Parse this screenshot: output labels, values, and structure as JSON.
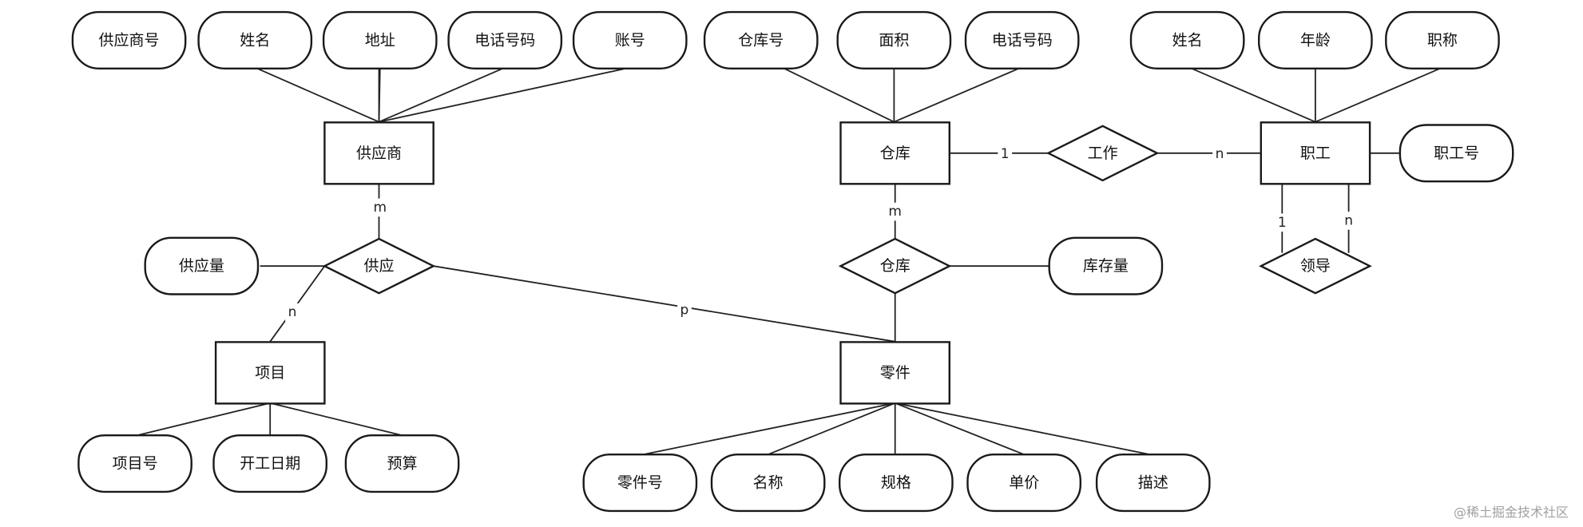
{
  "entities": [
    {
      "id": "gys",
      "label": "供应商"
    },
    {
      "id": "ck",
      "label": "仓库"
    },
    {
      "id": "zg",
      "label": "职工"
    },
    {
      "id": "xm",
      "label": "项目"
    },
    {
      "id": "lj",
      "label": "零件"
    }
  ],
  "relationships": [
    {
      "id": "gy",
      "label": "供应"
    },
    {
      "id": "gz",
      "label": "工作"
    },
    {
      "id": "ck_rel",
      "label": "仓库"
    },
    {
      "id": "ld",
      "label": "领导"
    }
  ],
  "attributes": [
    {
      "id": "gys_no",
      "label": "供应商号"
    },
    {
      "id": "gys_name",
      "label": "姓名"
    },
    {
      "id": "gys_addr",
      "label": "地址"
    },
    {
      "id": "gys_phone",
      "label": "电话号码"
    },
    {
      "id": "gys_account",
      "label": "账号"
    },
    {
      "id": "ck_no",
      "label": "仓库号"
    },
    {
      "id": "ck_area",
      "label": "面积"
    },
    {
      "id": "ck_phone",
      "label": "电话号码"
    },
    {
      "id": "zg_name",
      "label": "姓名"
    },
    {
      "id": "zg_age",
      "label": "年龄"
    },
    {
      "id": "zg_title",
      "label": "职称"
    },
    {
      "id": "zg_no",
      "label": "职工号"
    },
    {
      "id": "gy_qty",
      "label": "供应量"
    },
    {
      "id": "kc_qty",
      "label": "库存量"
    },
    {
      "id": "xm_no",
      "label": "项目号"
    },
    {
      "id": "xm_date",
      "label": "开工日期"
    },
    {
      "id": "xm_budget",
      "label": "预算"
    },
    {
      "id": "lj_no",
      "label": "零件号"
    },
    {
      "id": "lj_name",
      "label": "名称"
    },
    {
      "id": "lj_spec",
      "label": "规格"
    },
    {
      "id": "lj_price",
      "label": "单价"
    },
    {
      "id": "lj_desc",
      "label": "描述"
    }
  ],
  "cardinalities": [
    {
      "id": "c_gys_gy",
      "label": "m"
    },
    {
      "id": "c_xm_gy",
      "label": "n"
    },
    {
      "id": "c_lj_gy",
      "label": "p"
    },
    {
      "id": "c_ck_gz",
      "label": "1"
    },
    {
      "id": "c_zg_gz",
      "label": "n"
    },
    {
      "id": "c_ck_rel",
      "label": "m"
    },
    {
      "id": "c_ld_1",
      "label": "1"
    },
    {
      "id": "c_ld_n",
      "label": "n"
    }
  ],
  "watermark": "@稀土掘金技术社区"
}
